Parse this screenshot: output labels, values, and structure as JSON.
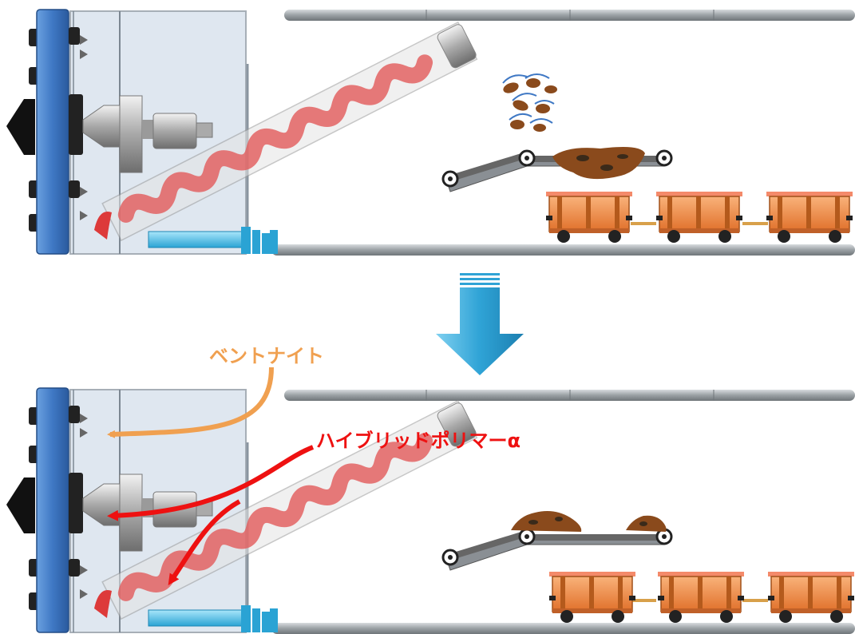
{
  "labels": {
    "bentonite": "ベントナイト",
    "hybrid_polymer": "ハイブリッドポリマーα"
  },
  "colors": {
    "bentonite": "#f0a050",
    "hybrid_polymer": "#ee1111",
    "cutter_blue": "#3f78c4",
    "shield_glass": "#d5e0ec",
    "screw_red": "#e25a5a",
    "down_arrow": "#2fa3d6",
    "muck": "#8a4a1c",
    "cart_orange": "#f08a3a",
    "rail": "#9aa0a4",
    "water_pipe": "#3cb6e0"
  },
  "panels": [
    {
      "id": "before",
      "muck_state": "sticky-clumps-scattered"
    },
    {
      "id": "after",
      "muck_state": "conditioned-piles-on-belt"
    }
  ]
}
